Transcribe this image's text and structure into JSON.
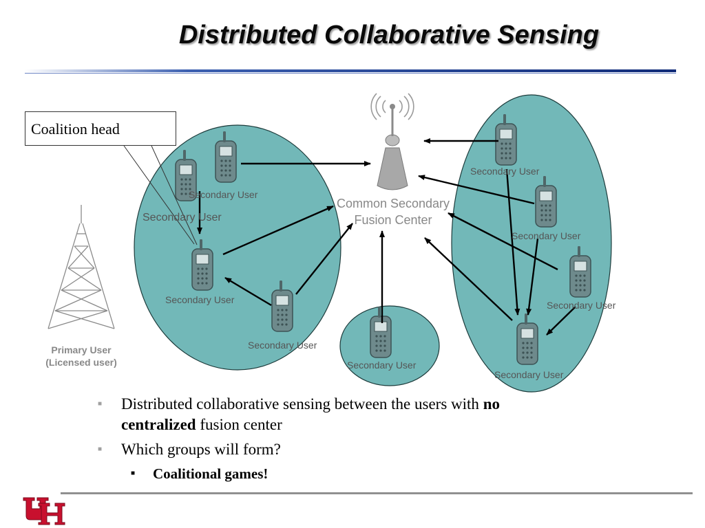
{
  "slide": {
    "title": "Distributed Collaborative Sensing",
    "callout": "Coalition head",
    "fusion_center_line1": "Common Secondary",
    "fusion_center_line2": "Fusion Center",
    "primary_user_line1": "Primary User",
    "primary_user_line2": "(Licensed user)",
    "secondary_user_label": "Secondary User",
    "bullets": {
      "b1_pre": "Distributed collaborative sensing between the users with ",
      "b1_bold1": "no",
      "b1_bold2": "centralized",
      "b1_post": " fusion center",
      "b2": "Which groups will form?",
      "b2_sub": "Coalitional games!"
    }
  },
  "colors": {
    "coalition_fill": "#72b8b8",
    "phone_body": "#6e8a8c",
    "arrow": "#000000",
    "title_rule": "#1f3f8f",
    "logo_red": "#c8102e"
  },
  "icons": [
    "cellphone-icon",
    "antenna-icon",
    "transmission-tower-icon",
    "uh-logo-icon"
  ]
}
